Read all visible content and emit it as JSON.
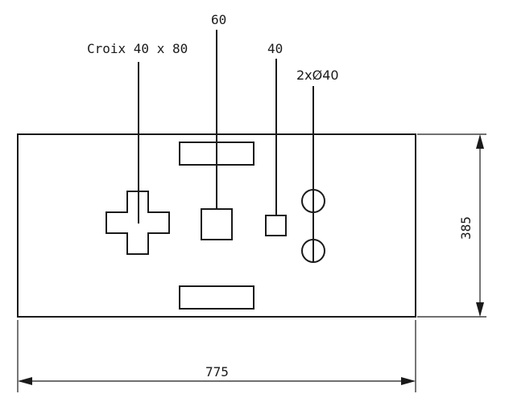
{
  "labels": {
    "cross": "Croix 40 x 80",
    "rect_slot": "60",
    "small_square": "40",
    "holes": "2xØ40"
  },
  "dimensions": {
    "width": "775",
    "height": "385"
  }
}
